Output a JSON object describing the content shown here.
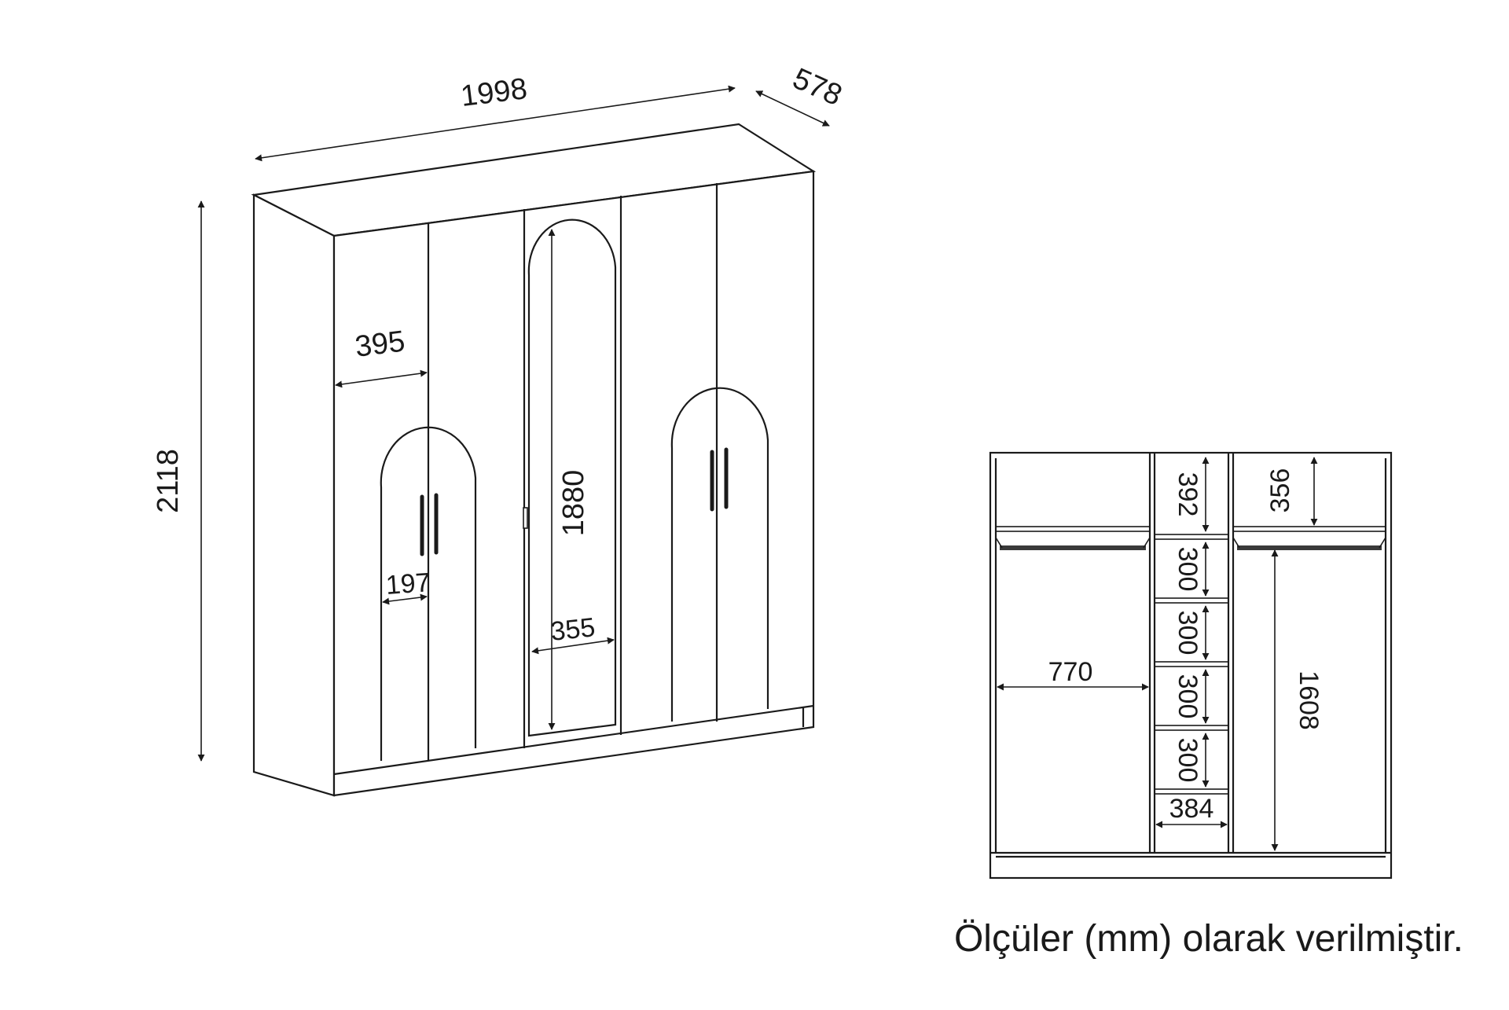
{
  "front_view": {
    "width": "1998",
    "depth": "578",
    "height": "2118",
    "door_width": "395",
    "arch_half_width": "197",
    "mirror_height": "1880",
    "mirror_width": "355"
  },
  "interior_view": {
    "top_center_height": "392",
    "top_right_height": "356",
    "shelf_heights": [
      "300",
      "300",
      "300",
      "300"
    ],
    "left_hanging_width": "770",
    "center_width": "384",
    "right_hanging_height": "1608"
  },
  "footnote": "Ölçüler (mm) olarak verilmiştir.",
  "colors": {
    "line": "#1a1a1a",
    "background": "#ffffff"
  }
}
